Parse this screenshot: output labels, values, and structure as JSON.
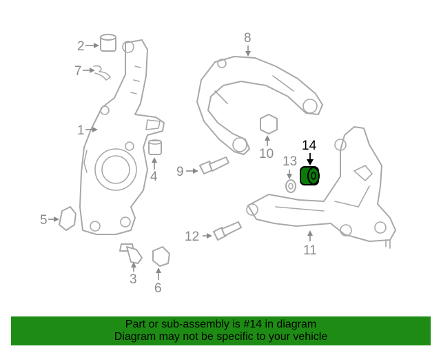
{
  "diagram": {
    "highlight_color": "#0b7a0b",
    "callouts": [
      {
        "id": "1",
        "label": "1"
      },
      {
        "id": "2",
        "label": "2"
      },
      {
        "id": "3",
        "label": "3"
      },
      {
        "id": "4",
        "label": "4"
      },
      {
        "id": "5",
        "label": "5"
      },
      {
        "id": "6",
        "label": "6"
      },
      {
        "id": "7",
        "label": "7"
      },
      {
        "id": "8",
        "label": "8"
      },
      {
        "id": "9",
        "label": "9"
      },
      {
        "id": "10",
        "label": "10"
      },
      {
        "id": "11",
        "label": "11"
      },
      {
        "id": "12",
        "label": "12"
      },
      {
        "id": "13",
        "label": "13"
      },
      {
        "id": "14",
        "label": "14",
        "highlighted": true
      }
    ]
  },
  "banner": {
    "background": "#1e8c14",
    "line1": "Part or sub-assembly is #14 in diagram",
    "line2": "Diagram may not be specific to your vehicle"
  }
}
